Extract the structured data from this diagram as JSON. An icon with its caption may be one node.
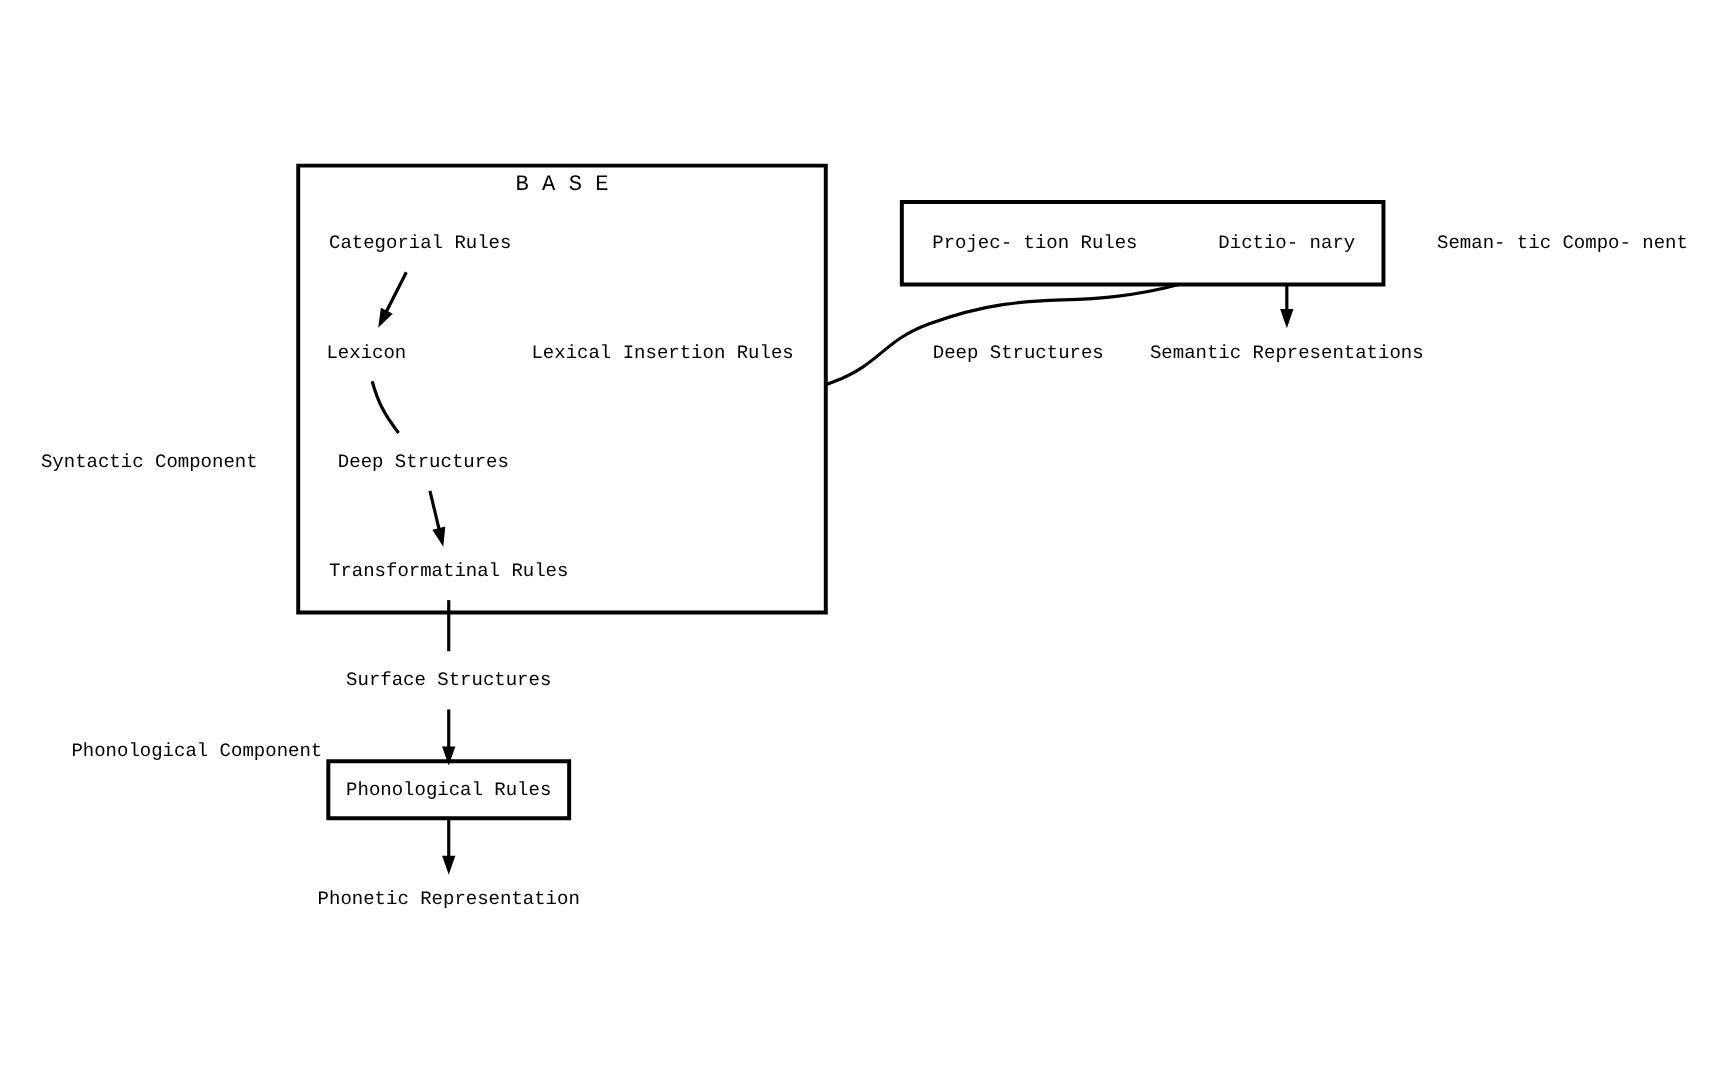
{
  "diagram": {
    "nodes": [
      {
        "text": [
          "B A S E"
        ],
        "beside": [
          "Syntactic Component"
        ]
      },
      {
        "text": [
          "Categorial Rules"
        ],
        "in": 0
      },
      {
        "text": [
          "Lexicon"
        ],
        "in": 0
      },
      {
        "text": [
          "Lexical Insertion Rules"
        ],
        "in": 0
      },
      {
        "text": [
          "Deep Structures"
        ],
        "in": 0
      },
      {
        "text": [
          "Transformatinal Rules"
        ],
        "in": 0
      },
      {
        "text": [
          "Surface Structures"
        ]
      },
      {
        "text": [
          "Phonological Rules"
        ],
        "beside": [
          "Phonological Component"
        ]
      },
      {
        "text": [
          "Phonetic Representation"
        ]
      },
      {
        "text": [],
        "shape": "box",
        "beside": [
          "Seman- tic Compo- nent"
        ]
      },
      {
        "text": [
          "Dictio- nary"
        ],
        "in": 9
      },
      {
        "text": [
          "Projec- tion Rules"
        ],
        "in": 9
      },
      {
        "text": [
          "Semantic Representations"
        ]
      }
    ],
    "edges": [
      {
        "from": 1,
        "to": 2,
        "arrow": "to"
      },
      {
        "from": 2,
        "to": 4,
        "arrow": "none"
      },
      {
        "from": 4,
        "to": 5,
        "arrow": "to"
      },
      {
        "from": 5,
        "to": 6,
        "arrow": "none"
      },
      {
        "from": 6,
        "to": 7,
        "arrow": "to"
      },
      {
        "from": 7,
        "to": 8,
        "arrow": "to"
      },
      {
        "from": 0,
        "to": 9,
        "arrow": "none",
        "label": "Deep Structures"
      },
      {
        "from": 9,
        "to": 12,
        "arrow": "to"
      }
    ]
  }
}
